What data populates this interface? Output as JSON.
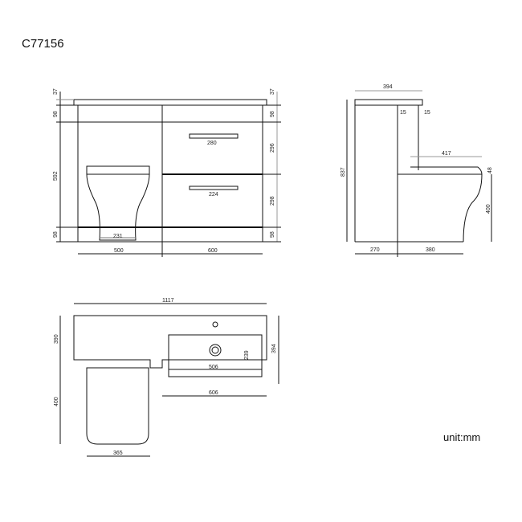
{
  "title": "C77156",
  "unit_label": "unit:mm",
  "front_view": {
    "left_dims": [
      "37",
      "98",
      "592",
      "98"
    ],
    "right_dims": [
      "37",
      "98",
      "296",
      "298",
      "98"
    ],
    "handle_top": "280",
    "handle_bottom": "224",
    "toilet_base": "231",
    "width_left": "500",
    "width_right": "600"
  },
  "side_view": {
    "top_depth": "394",
    "panel_a": "15",
    "panel_b": "15",
    "seat_depth": "417",
    "total_height": "837",
    "seat_thickness": "48",
    "seat_height": "400",
    "cabinet_depth": "270",
    "pan_depth": "380"
  },
  "plan_view": {
    "total_width": "1117",
    "left_depth": "390",
    "right_depth": "394",
    "toilet_proj": "400",
    "basin_depth": "239",
    "basin_width": "506",
    "unit_width": "606",
    "toilet_width": "365"
  }
}
